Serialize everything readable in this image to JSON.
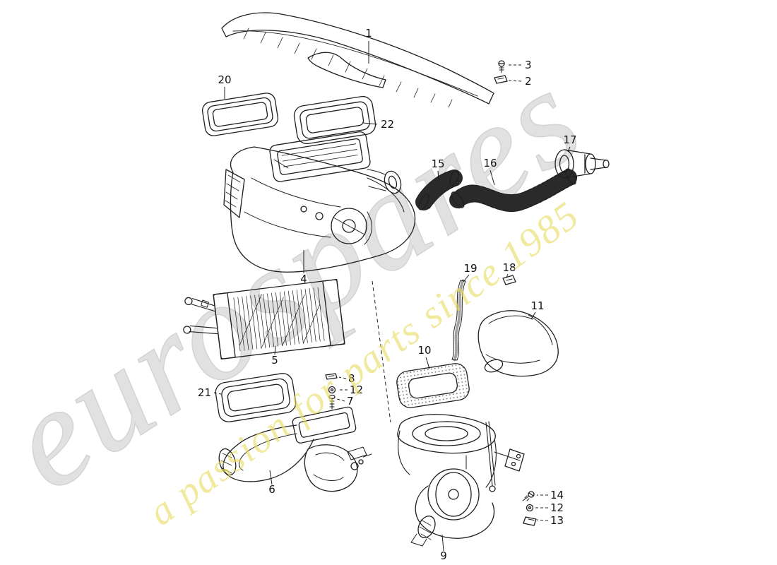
{
  "watermark": {
    "brand": "eurospares",
    "tagline": "a passion for parts since 1985",
    "brand_color": "#dadada",
    "tagline_color": "#e7dd63"
  },
  "colors": {
    "line_art": "#1f1f1f",
    "background": "#ffffff"
  },
  "callouts": {
    "c1": "1",
    "c2": "2",
    "c3": "3",
    "c4": "4",
    "c5": "5",
    "c6": "6",
    "c7": "7",
    "c8": "8",
    "c9": "9",
    "c10": "10",
    "c11": "11",
    "c12a": "12",
    "c12b": "12",
    "c13": "13",
    "c14": "14",
    "c15": "15",
    "c16": "16",
    "c17": "17",
    "c18": "18",
    "c19": "19",
    "c20": "20",
    "c21": "21",
    "c22": "22"
  }
}
